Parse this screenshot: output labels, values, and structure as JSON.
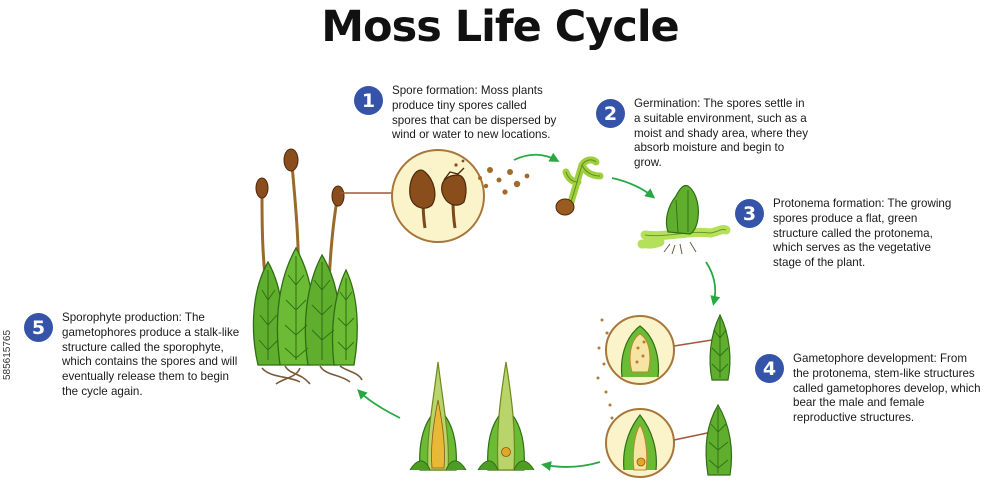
{
  "title": "Moss Life Cycle",
  "steps": [
    {
      "number": "1",
      "text": "Spore formation: Moss plants produce tiny spores called spores that can be dispersed by wind or water to new locations."
    },
    {
      "number": "2",
      "text": "Germination: The spores settle in a suitable environment, such as a moist and shady area, where they absorb moisture and begin to grow."
    },
    {
      "number": "3",
      "text": "Protonema formation: The growing spores produce a flat, green structure called the protonema, which serves as the vegetative stage of the plant."
    },
    {
      "number": "4",
      "text": "Gametophore development: From the protonema, stem-like structures called gametophores develop, which bear the male and female reproductive structures."
    },
    {
      "number": "5",
      "text": "Sporophyte production: The gametophores produce a stalk-like structure called the sporophyte, which contains the spores and will eventually release them to begin the cycle again."
    }
  ],
  "stock_id": "585615765",
  "colors": {
    "badge": "#3553a8",
    "arrow": "#27a843",
    "moss": "#5fae2e",
    "capsule": "#8a4e1d",
    "circle_fill": "#fbf3c9"
  }
}
